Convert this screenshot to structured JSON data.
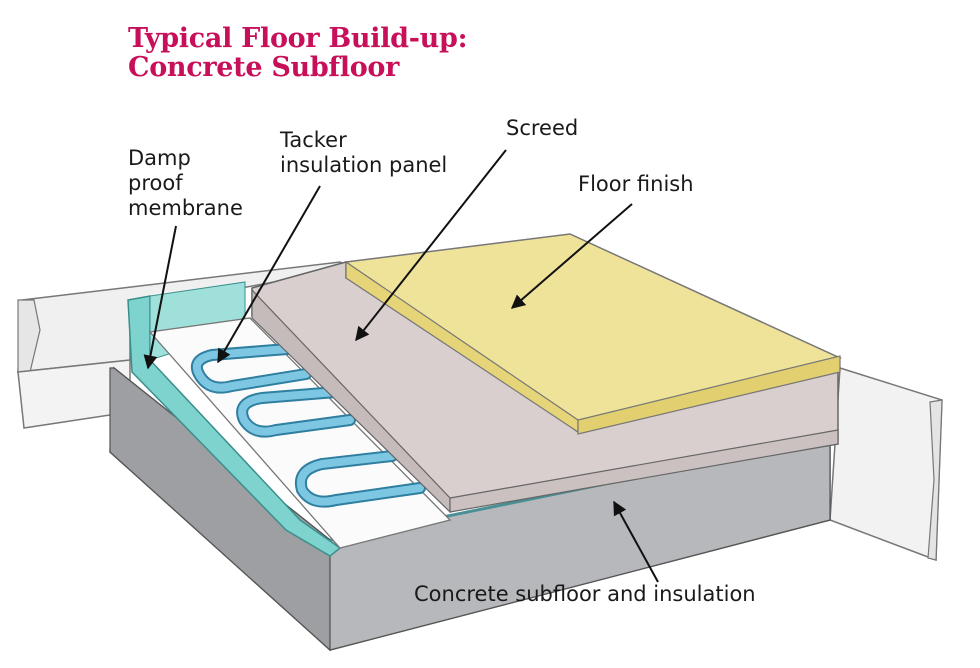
{
  "title": {
    "line1": "Typical Floor Build-up:",
    "line2": "Concrete Subfloor"
  },
  "labels": {
    "damp_proof_membrane": [
      "Damp",
      "proof",
      "membrane"
    ],
    "tacker_insulation_panel": [
      "Tacker",
      "insulation panel"
    ],
    "screed": "Screed",
    "floor_finish": "Floor finish",
    "concrete_subfloor": "Concrete subfloor and insulation"
  },
  "colors": {
    "title": "#c8105a",
    "membrane": "#7fd3cf",
    "pipe": "#5fb8d6",
    "floor_finish": "#efe39a",
    "screed": "#d9cfcf",
    "concrete": "#a9abae",
    "wall": "#ececec"
  }
}
